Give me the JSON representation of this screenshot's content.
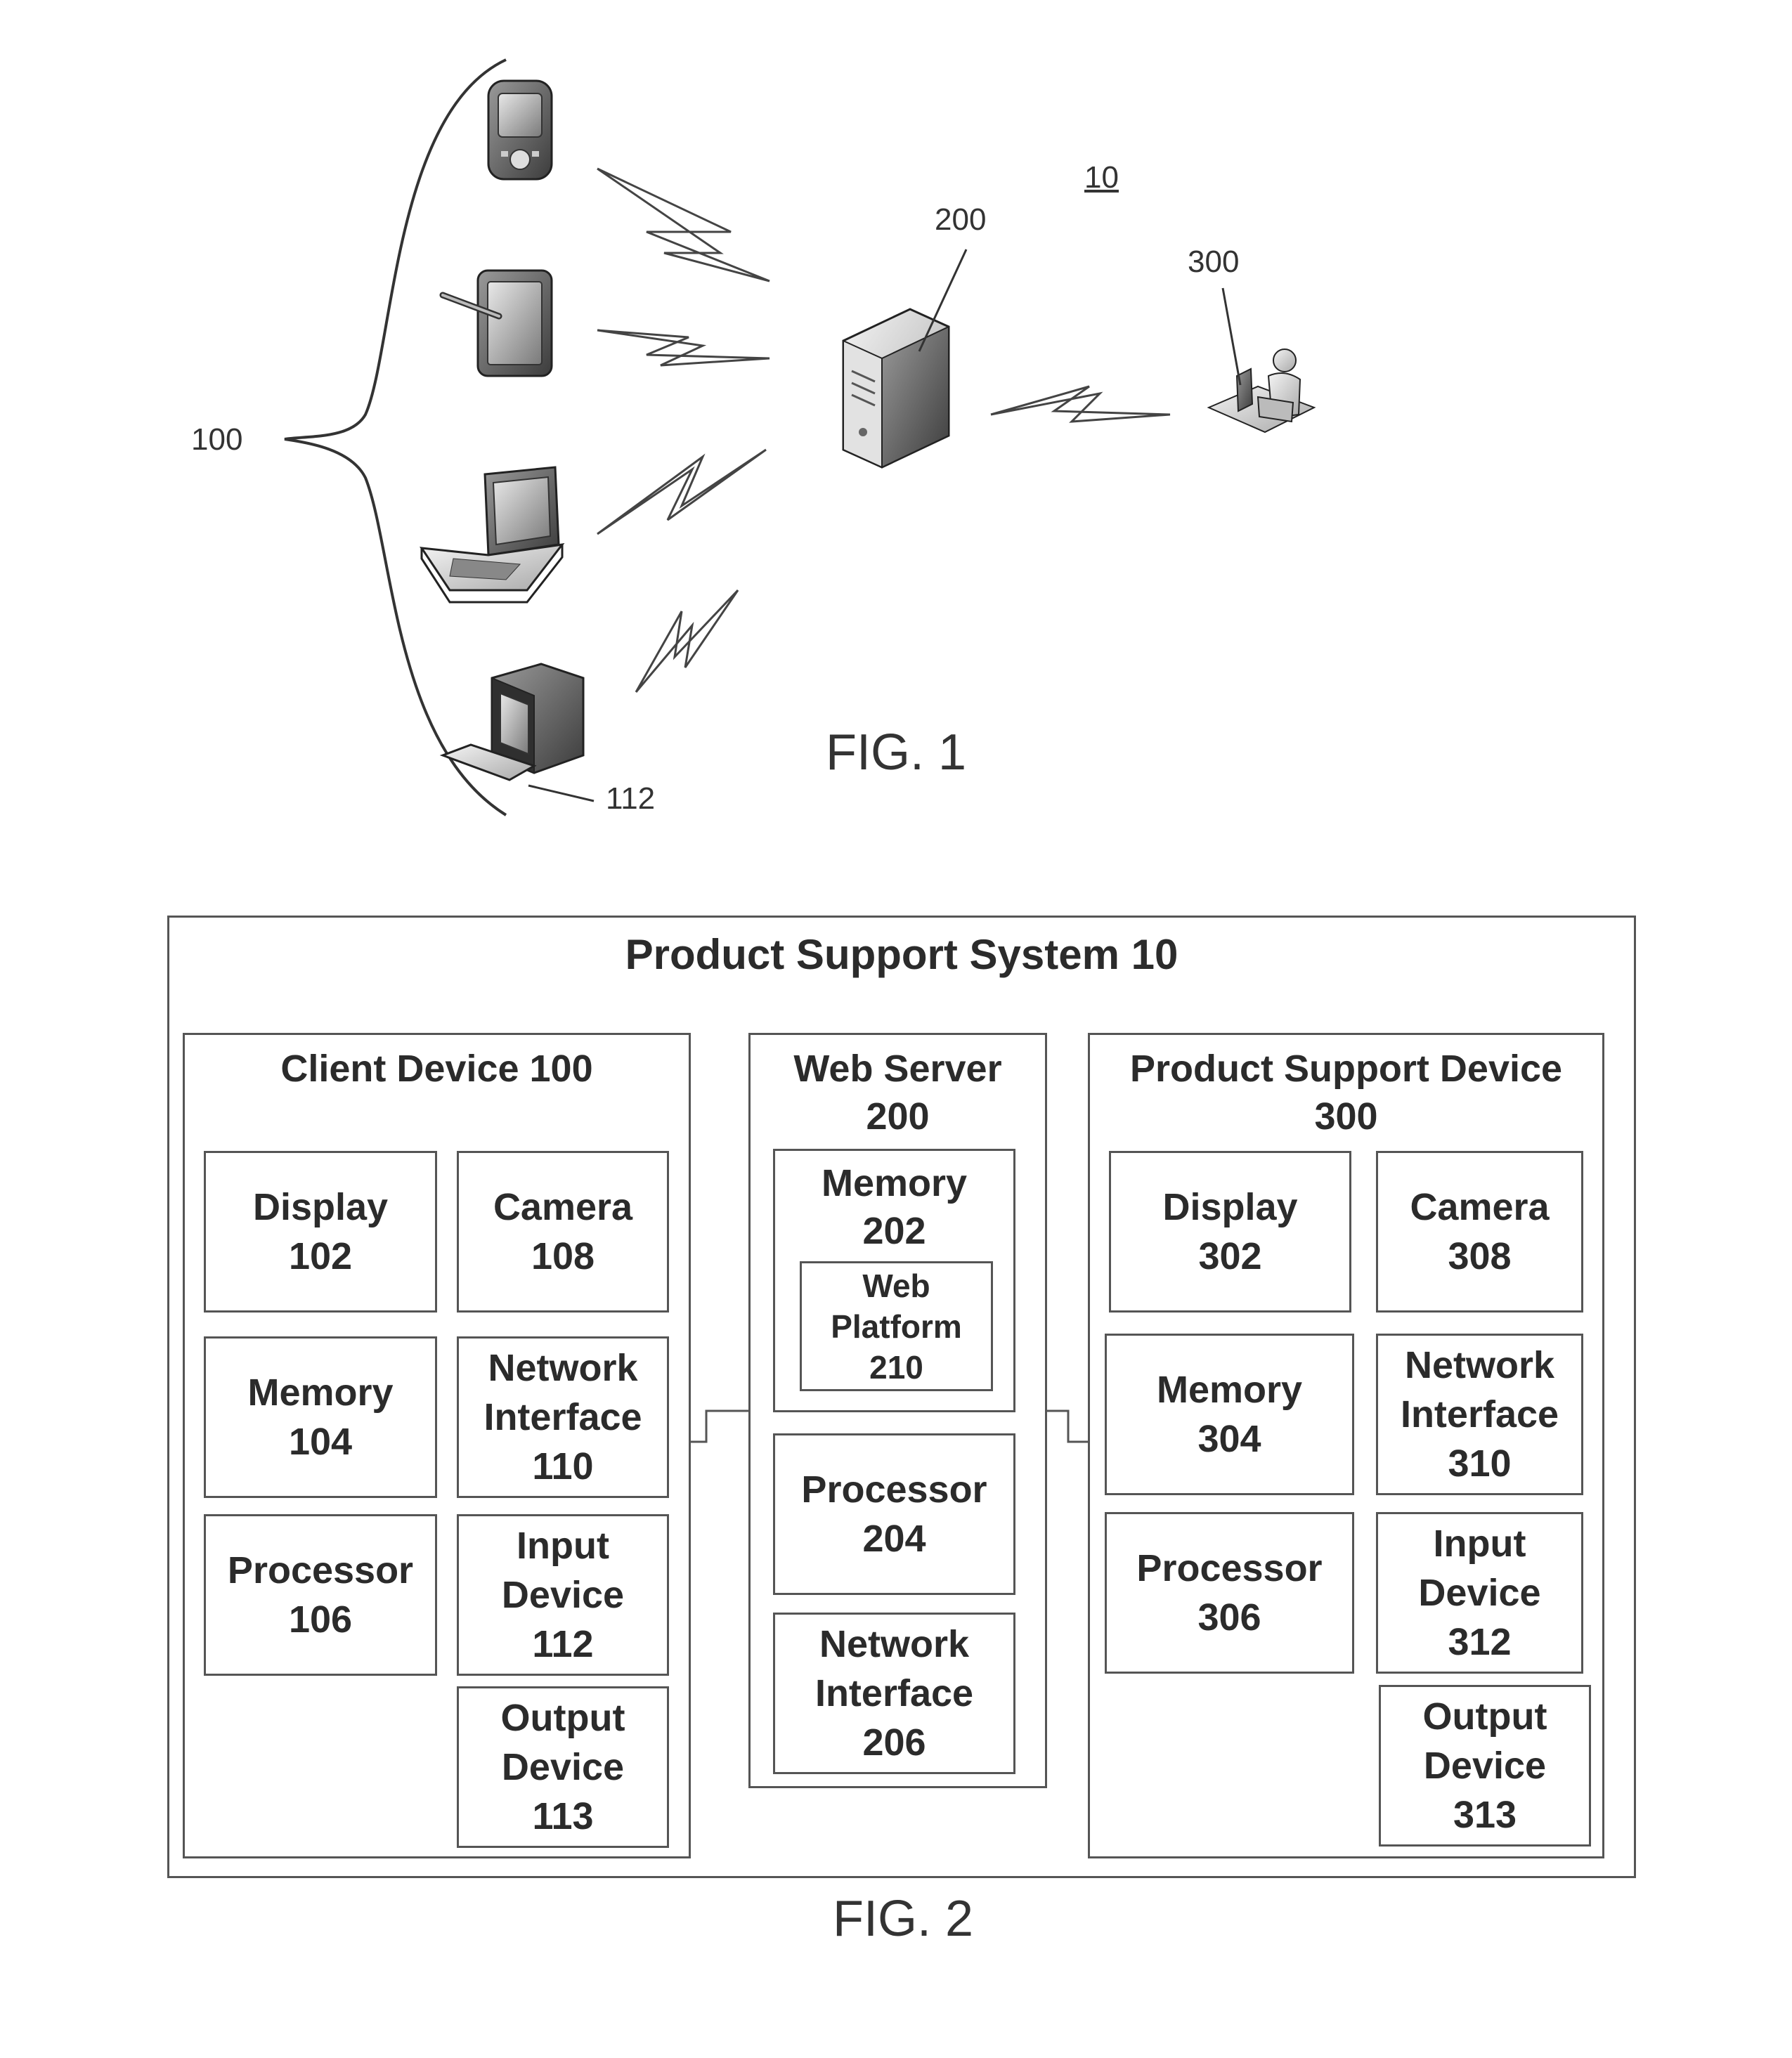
{
  "fig1": {
    "system_ref": "10",
    "server_ref": "200",
    "support_ref": "300",
    "clients_ref": "100",
    "desktop_ref": "112",
    "caption": "FIG. 1",
    "icons": [
      "smartphone-icon",
      "tablet-icon",
      "laptop-icon",
      "desktop-computer-icon",
      "server-tower-icon",
      "support-agent-workstation-icon",
      "wireless-link-icon"
    ]
  },
  "fig2": {
    "title": "Product Support System 10",
    "caption": "FIG. 2",
    "client": {
      "title": "Client Device 100",
      "components": [
        {
          "label": "Display\n102"
        },
        {
          "label": "Camera\n108"
        },
        {
          "label": "Memory\n104"
        },
        {
          "label": "Network\nInterface\n110"
        },
        {
          "label": "Processor\n106"
        },
        {
          "label": "Input\nDevice\n112"
        },
        {
          "label": "Output\nDevice\n113"
        }
      ]
    },
    "server": {
      "title": "Web Server\n200",
      "memory": "Memory\n202",
      "platform": "Web\nPlatform\n210",
      "processor": "Processor\n204",
      "network": "Network\nInterface\n206"
    },
    "support": {
      "title": "Product Support Device\n300",
      "components": [
        {
          "label": "Display\n302"
        },
        {
          "label": "Camera\n308"
        },
        {
          "label": "Memory\n304"
        },
        {
          "label": "Network\nInterface\n310"
        },
        {
          "label": "Processor\n306"
        },
        {
          "label": "Input\nDevice\n312"
        },
        {
          "label": "Output\nDevice\n313"
        }
      ]
    }
  }
}
